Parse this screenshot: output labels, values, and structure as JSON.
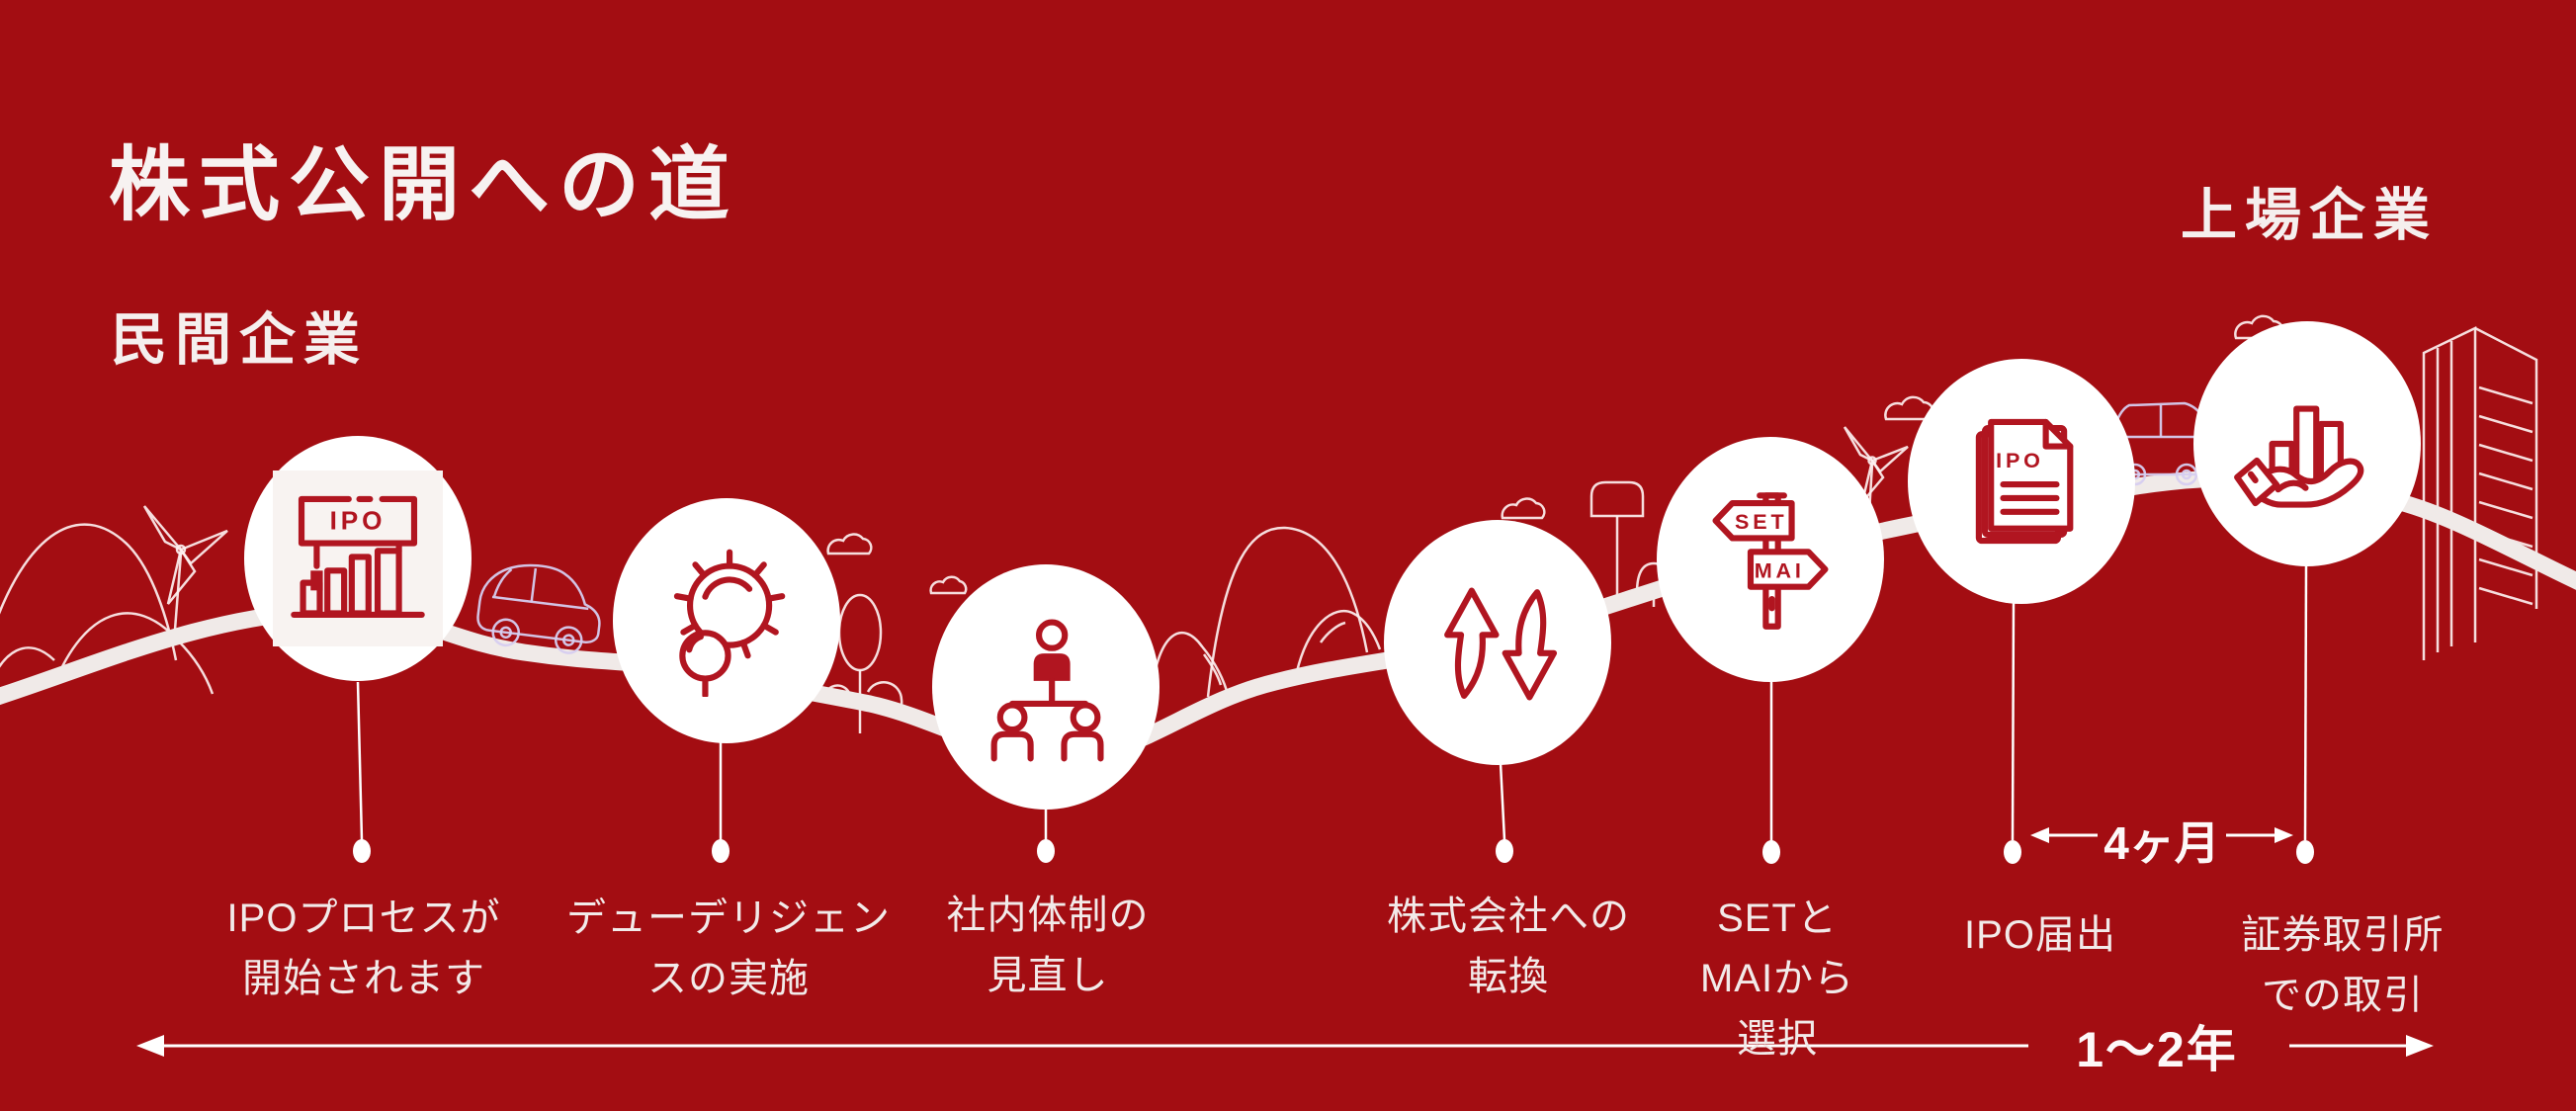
{
  "colors": {
    "bg": "#a30d12",
    "icon_red": "#b11520",
    "road": "#f0eae8",
    "text": "#f2eae9",
    "deco": "#fdf0f0",
    "deco_lav": "#d6cdf0",
    "circle": "#ffffff",
    "plate": "#f8f3f1"
  },
  "header": {
    "title": "株式公開への道",
    "private_company_label": "民間企業",
    "listed_company_label": "上場企業"
  },
  "milestones": [
    {
      "name": "ipo-process-start",
      "icon": "ipo-billboard-icon",
      "lines": [
        "IPOプロセスが",
        "開始されます"
      ]
    },
    {
      "name": "due-diligence",
      "icon": "gear-magnifier-icon",
      "lines": [
        "デューデリジェン",
        "スの実施"
      ]
    },
    {
      "name": "internal-structure-review",
      "icon": "org-chart-icon",
      "lines": [
        "社内体制の",
        "見直し"
      ]
    },
    {
      "name": "conversion-to-stock-company",
      "icon": "cycle-arrows-icon",
      "lines": [
        "株式会社への",
        "転換"
      ]
    },
    {
      "name": "choose-set-or-mai",
      "icon": "signpost-icon",
      "lines": [
        "SETと",
        "MAIから",
        "選択"
      ]
    },
    {
      "name": "ipo-filing",
      "icon": "ipo-documents-icon",
      "lines": [
        "IPO届出"
      ]
    },
    {
      "name": "stock-exchange-trading",
      "icon": "hand-holding-chart-icon",
      "lines": [
        "証券取引所",
        "での取引"
      ]
    }
  ],
  "icon_texts": {
    "billboard": "IPO",
    "signpost_top": "SET",
    "signpost_bottom": "MAI",
    "documents": "IPO"
  },
  "durations": {
    "filing_to_trading": "4ヶ月",
    "total": "1～2年"
  }
}
